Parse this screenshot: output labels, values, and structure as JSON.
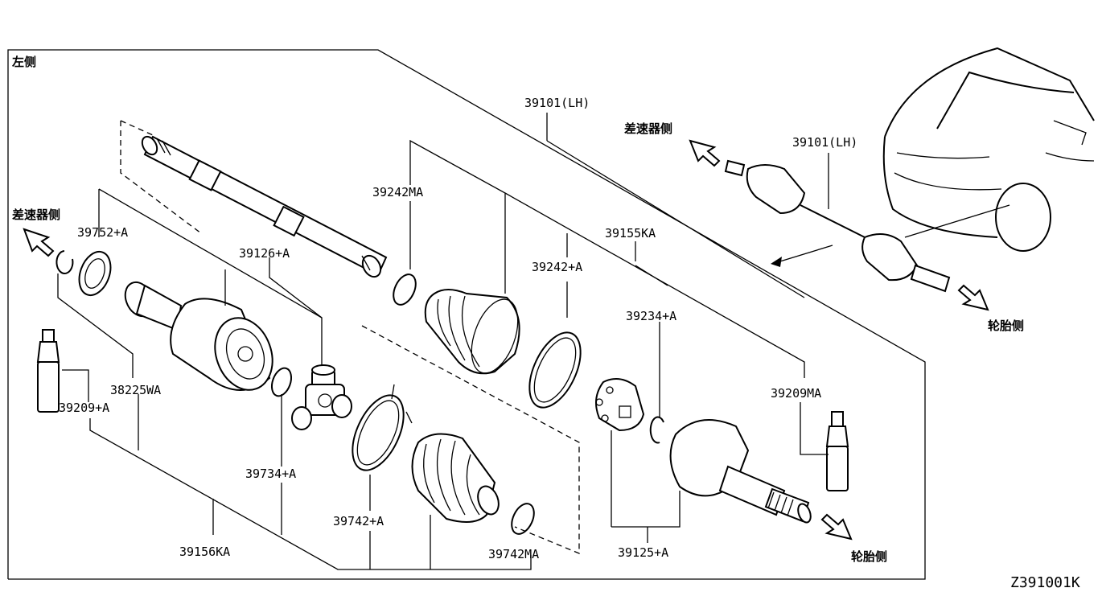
{
  "section_title": "左侧",
  "labels": {
    "diff_side_left": "差速器侧",
    "diff_side_right": "差速器侧",
    "wheel_side_small": "轮胎侧",
    "wheel_side_main": "轮胎侧",
    "p39101_main": "39101(LH)",
    "p39101_car": "39101(LH)",
    "p39242MA": "39242MA",
    "p39752A": "39752+A",
    "p39126A": "39126+A",
    "p39155KA": "39155KA",
    "p39242A": "39242+A",
    "p39234A": "39234+A",
    "p38225WA": "38225WA",
    "p39209A": "39209+A",
    "p39209MA": "39209MA",
    "p39734A": "39734+A",
    "p39742A": "39742+A",
    "p39742MA": "39742MA",
    "p39156KA": "39156KA",
    "p39125A": "39125+A"
  },
  "figure_code": "Z391001K"
}
